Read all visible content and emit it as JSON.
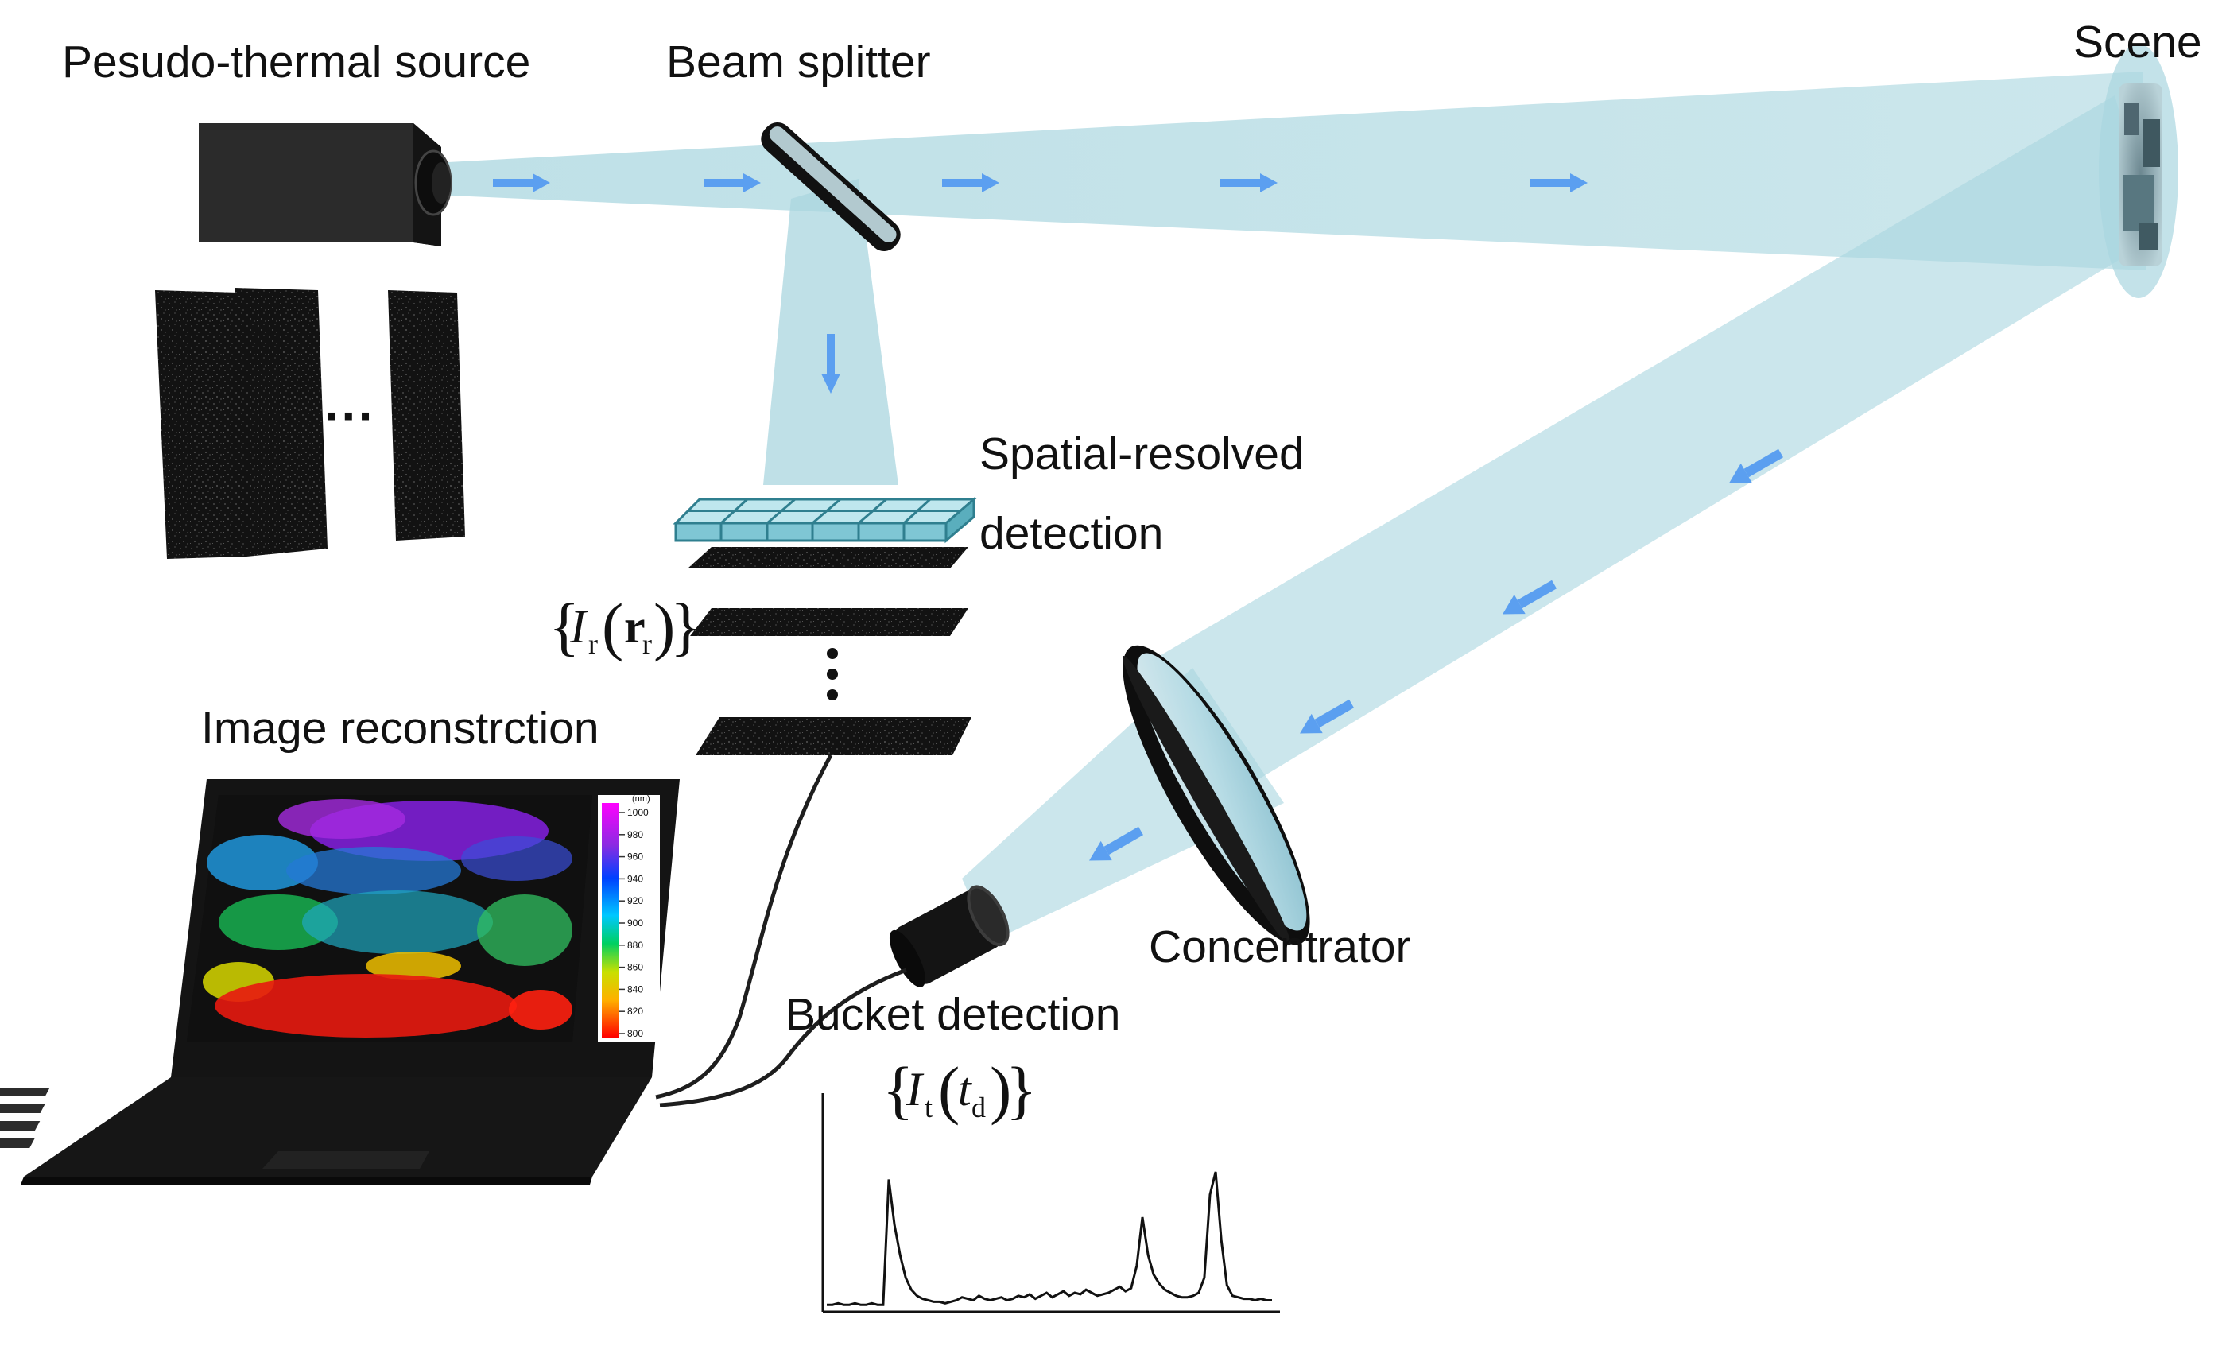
{
  "labels": {
    "source": "Pesudo-thermal source",
    "splitter": "Beam splitter",
    "scene": "Scene",
    "spatial_line1": "Spatial-resolved",
    "spatial_line2": "detection",
    "reconstruction": "Image reconstrction",
    "concentrator": "Concentrator",
    "bucket": "Bucket detection",
    "ellipsis": "···"
  },
  "formulas": {
    "reference": {
      "var": "I",
      "sub": "r",
      "arg": "r",
      "arg_sub": "r"
    },
    "bucket": {
      "var": "I",
      "sub": "t",
      "arg": "t",
      "arg_sub": "d"
    }
  },
  "colorbar": {
    "unit": "(nm)",
    "ticks": [
      "1000",
      "980",
      "960",
      "940",
      "920",
      "900",
      "880",
      "860",
      "840",
      "820",
      "800"
    ]
  },
  "colors": {
    "beam": "#a9d6df",
    "arrow": "#5b9ff0",
    "device": "#1b1b1b"
  },
  "bucket_signal": {
    "values": [
      0.02,
      0.02,
      0.03,
      0.02,
      0.02,
      0.03,
      0.02,
      0.02,
      0.03,
      0.02,
      0.02,
      0.85,
      0.55,
      0.35,
      0.2,
      0.12,
      0.08,
      0.06,
      0.05,
      0.04,
      0.04,
      0.03,
      0.04,
      0.05,
      0.07,
      0.06,
      0.05,
      0.08,
      0.06,
      0.05,
      0.06,
      0.07,
      0.05,
      0.06,
      0.08,
      0.07,
      0.09,
      0.06,
      0.08,
      0.1,
      0.07,
      0.09,
      0.11,
      0.08,
      0.1,
      0.09,
      0.12,
      0.1,
      0.08,
      0.09,
      0.1,
      0.12,
      0.14,
      0.11,
      0.13,
      0.28,
      0.6,
      0.35,
      0.22,
      0.16,
      0.12,
      0.1,
      0.08,
      0.07,
      0.07,
      0.08,
      0.1,
      0.2,
      0.75,
      0.9,
      0.45,
      0.15,
      0.08,
      0.07,
      0.06,
      0.06,
      0.05,
      0.06,
      0.05,
      0.05
    ]
  }
}
